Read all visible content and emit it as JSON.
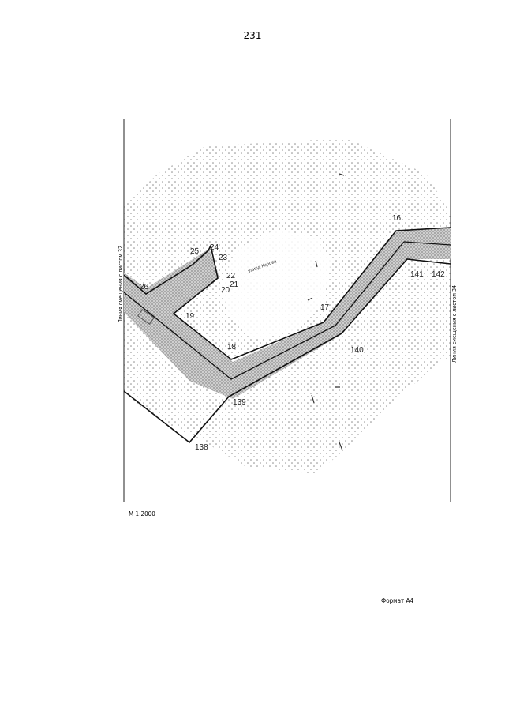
{
  "page_number": "231",
  "left_margin_label": "Линия смещения с листом 32",
  "right_margin_label": "Линия смещения с листом 34",
  "scale_label": "М 1:2000",
  "format_label": "Формат А4",
  "road_label": "улица Кирова",
  "point_labels": {
    "p16": "16",
    "p17": "17",
    "p18": "18",
    "p19": "19",
    "p20": "20",
    "p21": "21",
    "p22": "22",
    "p23": "23",
    "p24": "24",
    "p25": "25",
    "p26": "26",
    "p138": "138",
    "p139": "139",
    "p140": "140",
    "p141": "141",
    "p142": "142"
  },
  "colors": {
    "boundary": "#111111",
    "zone_fill": "#b0b0b0",
    "dot_pattern": "#8a8a8a",
    "frame": "#222222"
  }
}
